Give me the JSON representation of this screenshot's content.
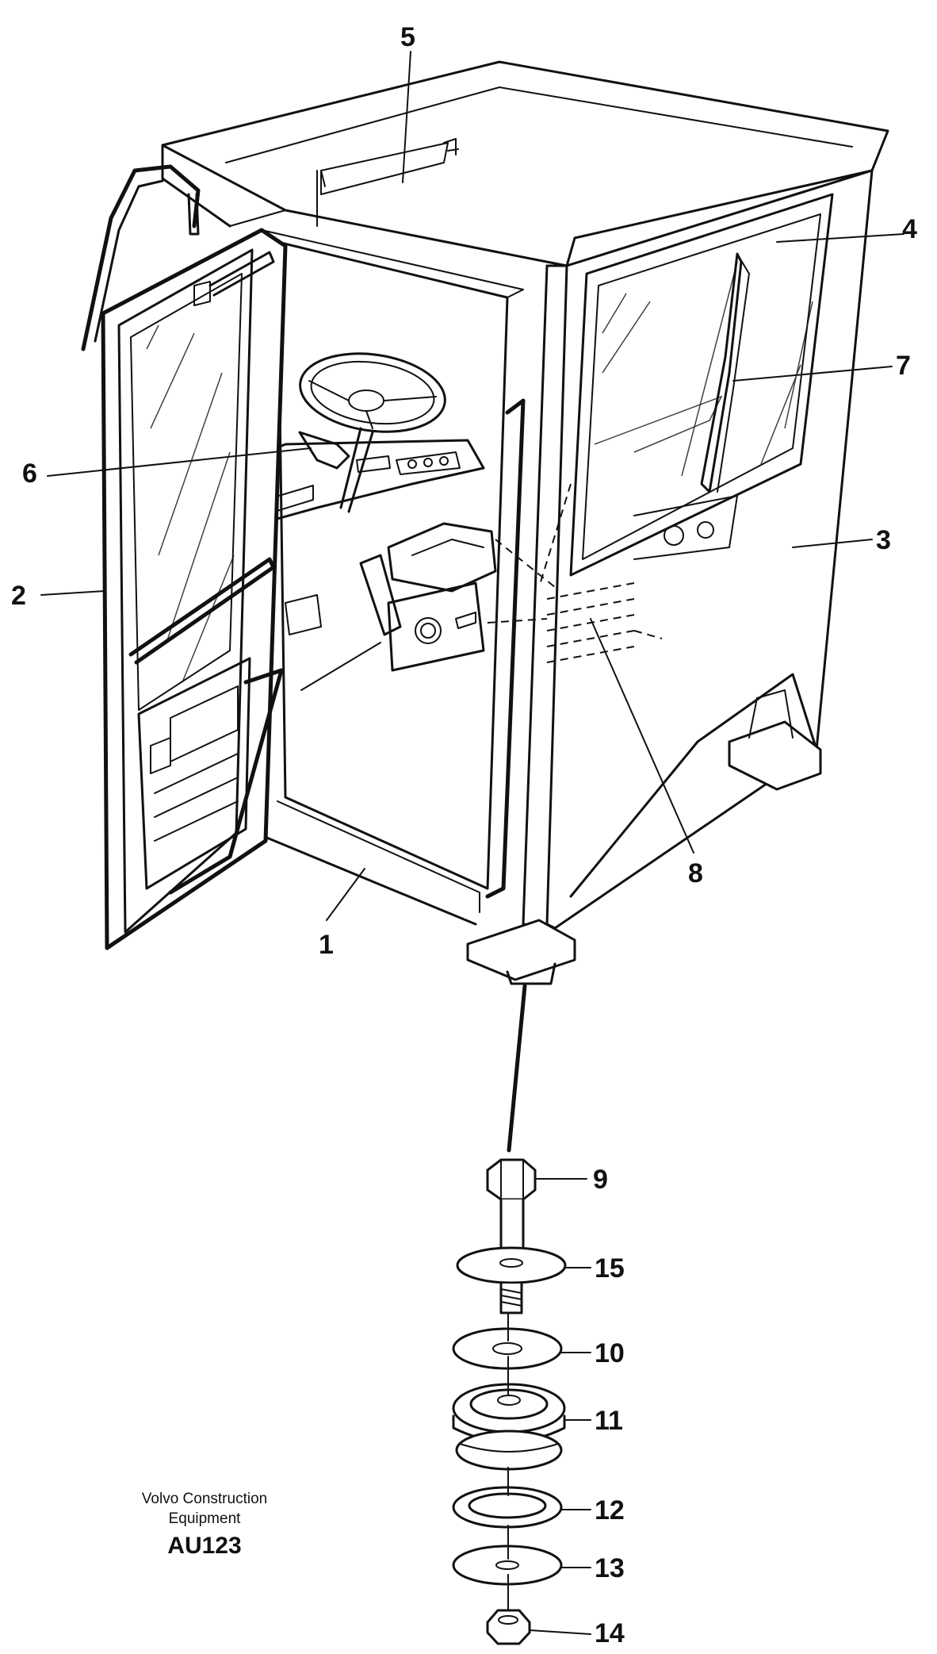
{
  "callouts": {
    "c1": "1",
    "c2": "2",
    "c3": "3",
    "c4": "4",
    "c5": "5",
    "c6": "6",
    "c7": "7",
    "c8": "8",
    "c9": "9",
    "c10": "10",
    "c11": "11",
    "c12": "12",
    "c13": "13",
    "c14": "14",
    "c15": "15"
  },
  "caption": {
    "line1": "Volvo Construction",
    "line2": "Equipment",
    "code": "AU123"
  },
  "colors": {
    "ink": "#111111",
    "paper": "#ffffff"
  }
}
